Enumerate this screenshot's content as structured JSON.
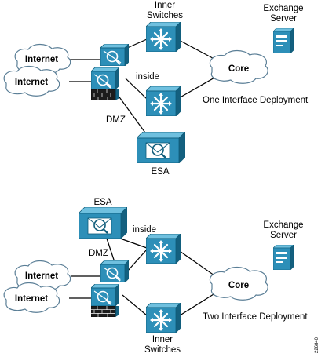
{
  "top": {
    "inner_switches_line1": "Inner",
    "inner_switches_line2": "Switches",
    "exchange_line1": "Exchange",
    "exchange_line2": "Server",
    "internet_1": "Internet",
    "internet_2": "Internet",
    "core": "Core",
    "inside": "inside",
    "dmz": "DMZ",
    "esa": "ESA",
    "deployment_caption": "One Interface Deployment"
  },
  "bottom": {
    "esa": "ESA",
    "inside": "inside",
    "dmz": "DMZ",
    "exchange_line1": "Exchange",
    "exchange_line2": "Server",
    "internet_1": "Internet",
    "internet_2": "Internet",
    "core": "Core",
    "deployment_caption": "Two Interface Deployment",
    "inner_switches_line1": "Inner",
    "inner_switches_line2": "Switches"
  },
  "figure_id": "226840",
  "colors": {
    "device_blue": "#2d8fb8",
    "device_dark": "#14607f",
    "cloud_stroke": "#5a7e96",
    "link": "#000000"
  }
}
